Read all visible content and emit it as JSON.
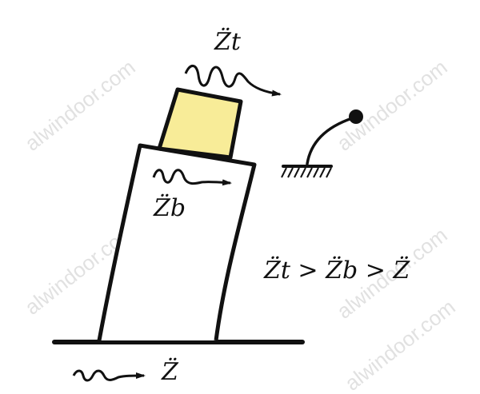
{
  "labels": {
    "top_accel": "Z̈t",
    "base_accel": "Z̈b",
    "ground_accel": "Z̈",
    "inequality": "Z̈t > Z̈b > Z̈"
  },
  "watermark": "alwindoor.com",
  "colors": {
    "top_block_fill": "#f8ec98",
    "stroke": "#111111",
    "watermark": "#c9c9c9"
  },
  "icons": {
    "pendulum": "inverted-pendulum-icon",
    "wave_arrow": "wavy-arrow-icon"
  }
}
